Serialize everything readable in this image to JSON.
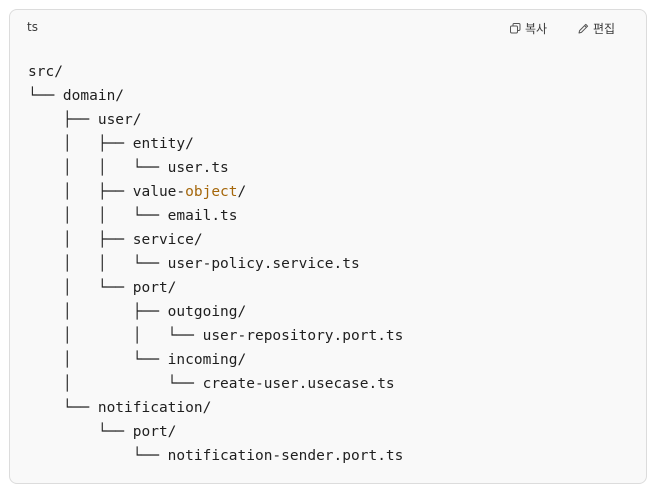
{
  "header": {
    "language": "ts",
    "copy_label": "복사",
    "edit_label": "편집"
  },
  "code_lines": [
    "src/",
    "└── domain/",
    "    ├── user/",
    "    │   ├── entity/",
    "    │   │   └── user.ts",
    "    │   ├── value-object/",
    "    │   │   └── email.ts",
    "    │   ├── service/",
    "    │   │   └── user-policy.service.ts",
    "    │   └── port/",
    "    │       ├── outgoing/",
    "    │       │   └── user-repository.port.ts",
    "    │       └── incoming/",
    "    │           └── create-user.usecase.ts",
    "    └── notification/",
    "        └── port/",
    "            └── notification-sender.port.ts"
  ],
  "highlight": {
    "line_index": 5,
    "keyword": "object",
    "color": "#a5670b"
  },
  "colors": {
    "background": "#f9f9f9",
    "border": "#dcdcdc",
    "text": "#1f1f1f"
  },
  "icons": {
    "copy": "copy-icon",
    "edit": "pencil-icon"
  }
}
